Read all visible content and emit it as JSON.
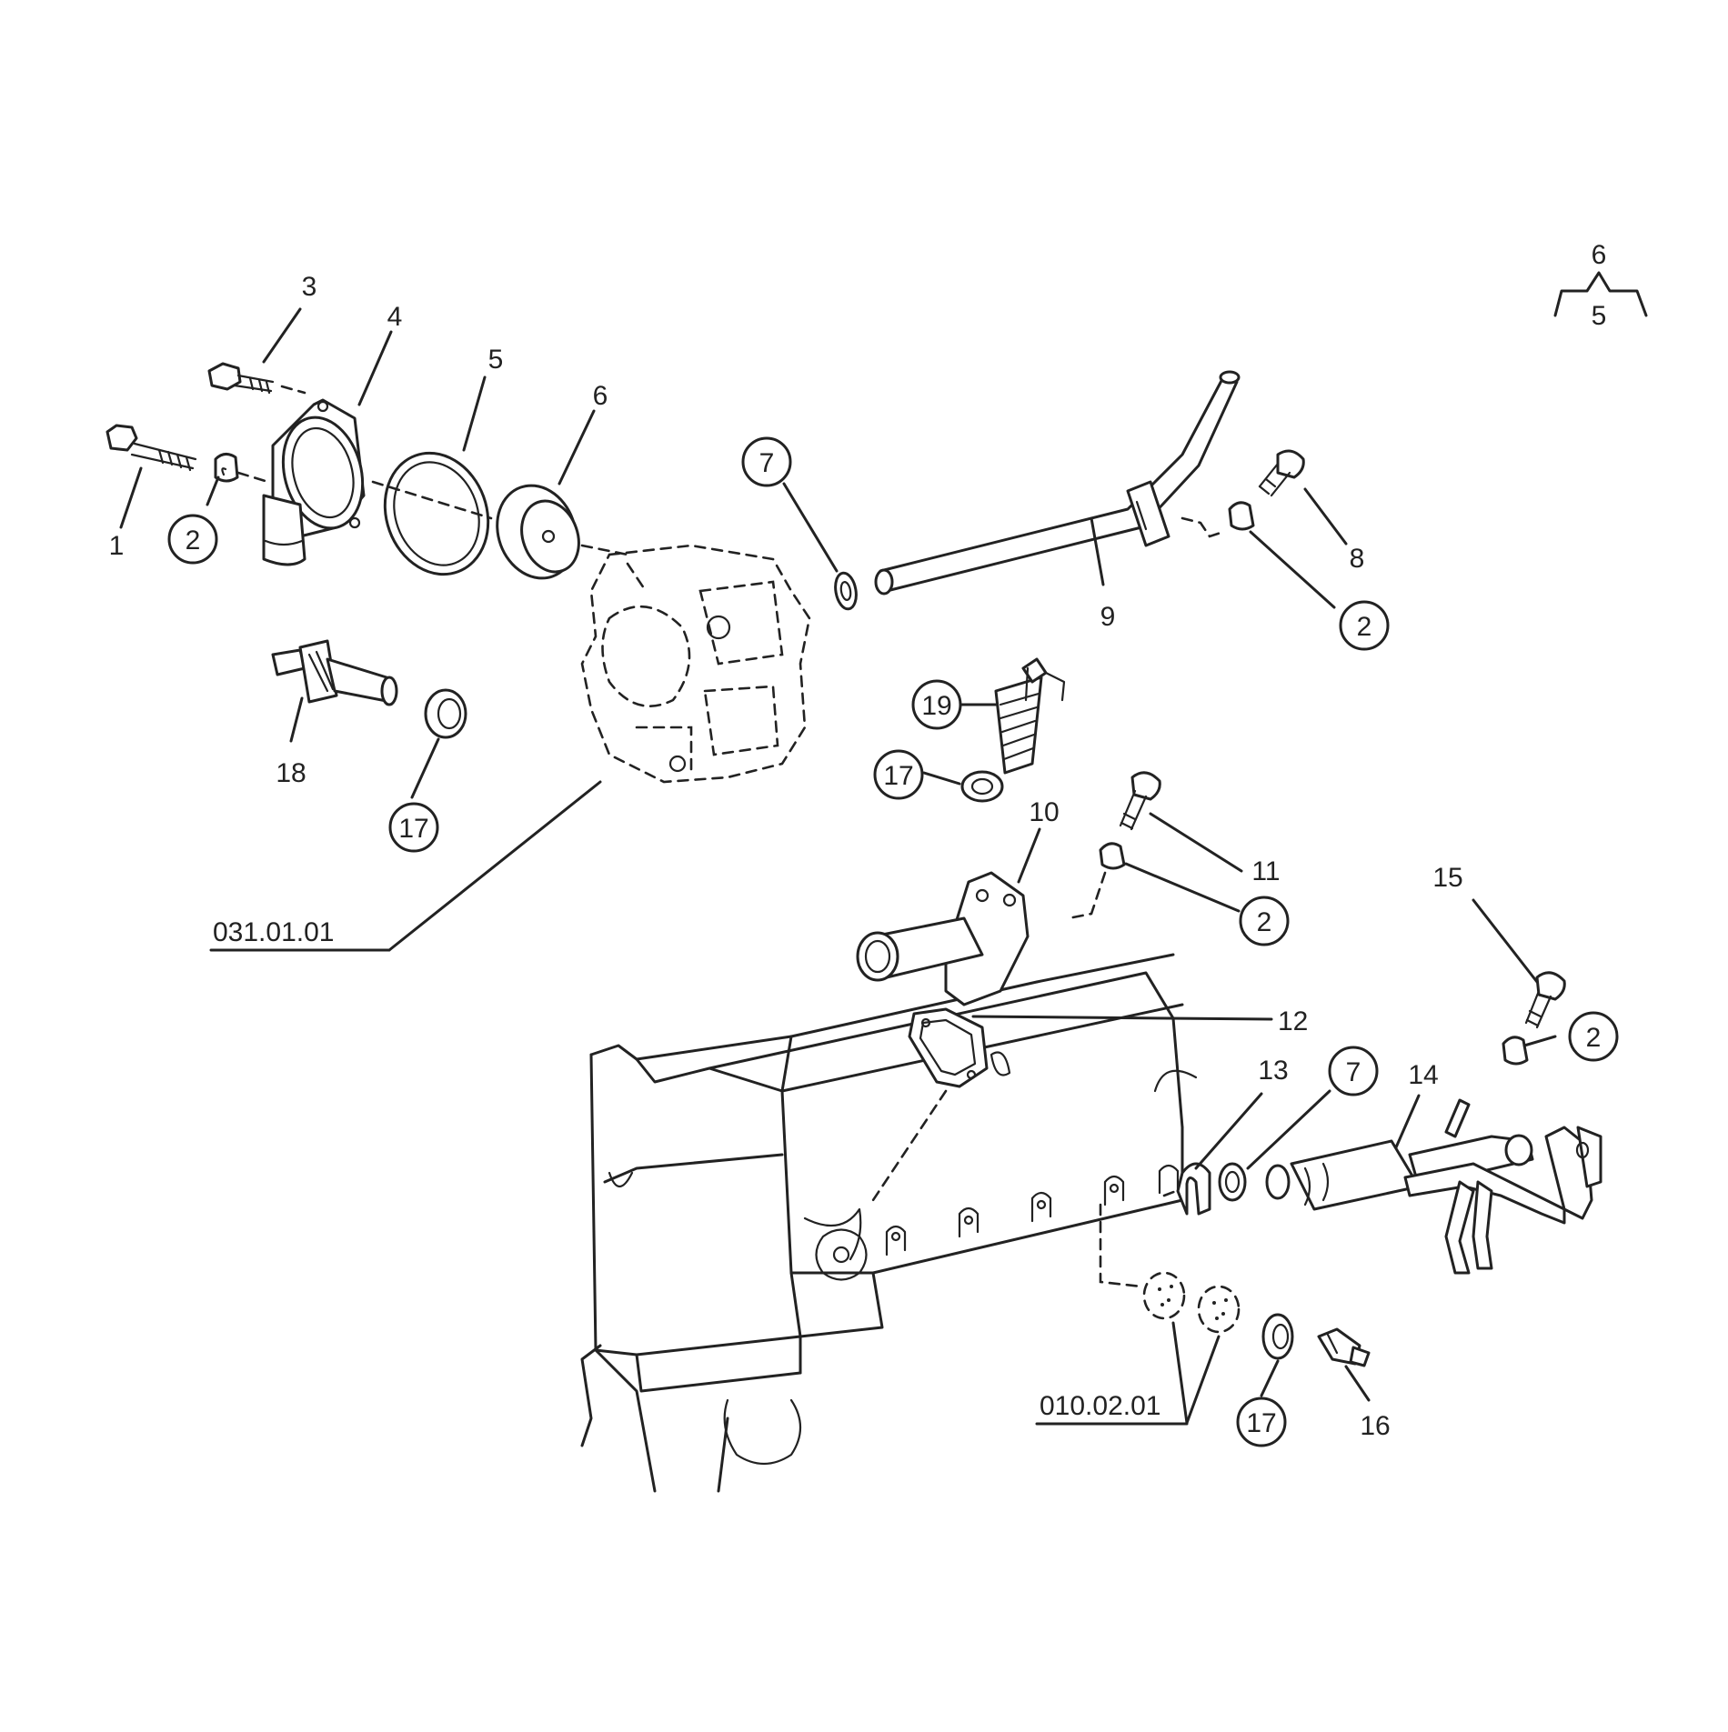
{
  "diagram": {
    "callouts": [
      {
        "id": "c1",
        "label": "1",
        "circled": false
      },
      {
        "id": "c2a",
        "label": "2",
        "circled": true
      },
      {
        "id": "c3",
        "label": "3",
        "circled": false
      },
      {
        "id": "c4",
        "label": "4",
        "circled": false
      },
      {
        "id": "c5",
        "label": "5",
        "circled": false
      },
      {
        "id": "c6",
        "label": "6",
        "circled": false
      },
      {
        "id": "c7a",
        "label": "7",
        "circled": true
      },
      {
        "id": "c8",
        "label": "8",
        "circled": false
      },
      {
        "id": "c9",
        "label": "9",
        "circled": false
      },
      {
        "id": "c2b",
        "label": "2",
        "circled": true
      },
      {
        "id": "c18",
        "label": "18",
        "circled": false
      },
      {
        "id": "c17a",
        "label": "17",
        "circled": true
      },
      {
        "id": "c19",
        "label": "19",
        "circled": true
      },
      {
        "id": "c17b",
        "label": "17",
        "circled": true
      },
      {
        "id": "c10",
        "label": "10",
        "circled": false
      },
      {
        "id": "c11",
        "label": "11",
        "circled": false
      },
      {
        "id": "c2c",
        "label": "2",
        "circled": true
      },
      {
        "id": "c15",
        "label": "15",
        "circled": false
      },
      {
        "id": "c2d",
        "label": "2",
        "circled": true
      },
      {
        "id": "c12",
        "label": "12",
        "circled": false
      },
      {
        "id": "c13",
        "label": "13",
        "circled": false
      },
      {
        "id": "c7b",
        "label": "7",
        "circled": true
      },
      {
        "id": "c14",
        "label": "14",
        "circled": false
      },
      {
        "id": "c17c",
        "label": "17",
        "circled": true
      },
      {
        "id": "c16",
        "label": "16",
        "circled": false
      }
    ],
    "references": [
      {
        "id": "ref-031",
        "label": "031.01.01"
      },
      {
        "id": "ref-010",
        "label": "010.02.01"
      }
    ],
    "legend": {
      "upper": "6",
      "lower": "5"
    }
  }
}
